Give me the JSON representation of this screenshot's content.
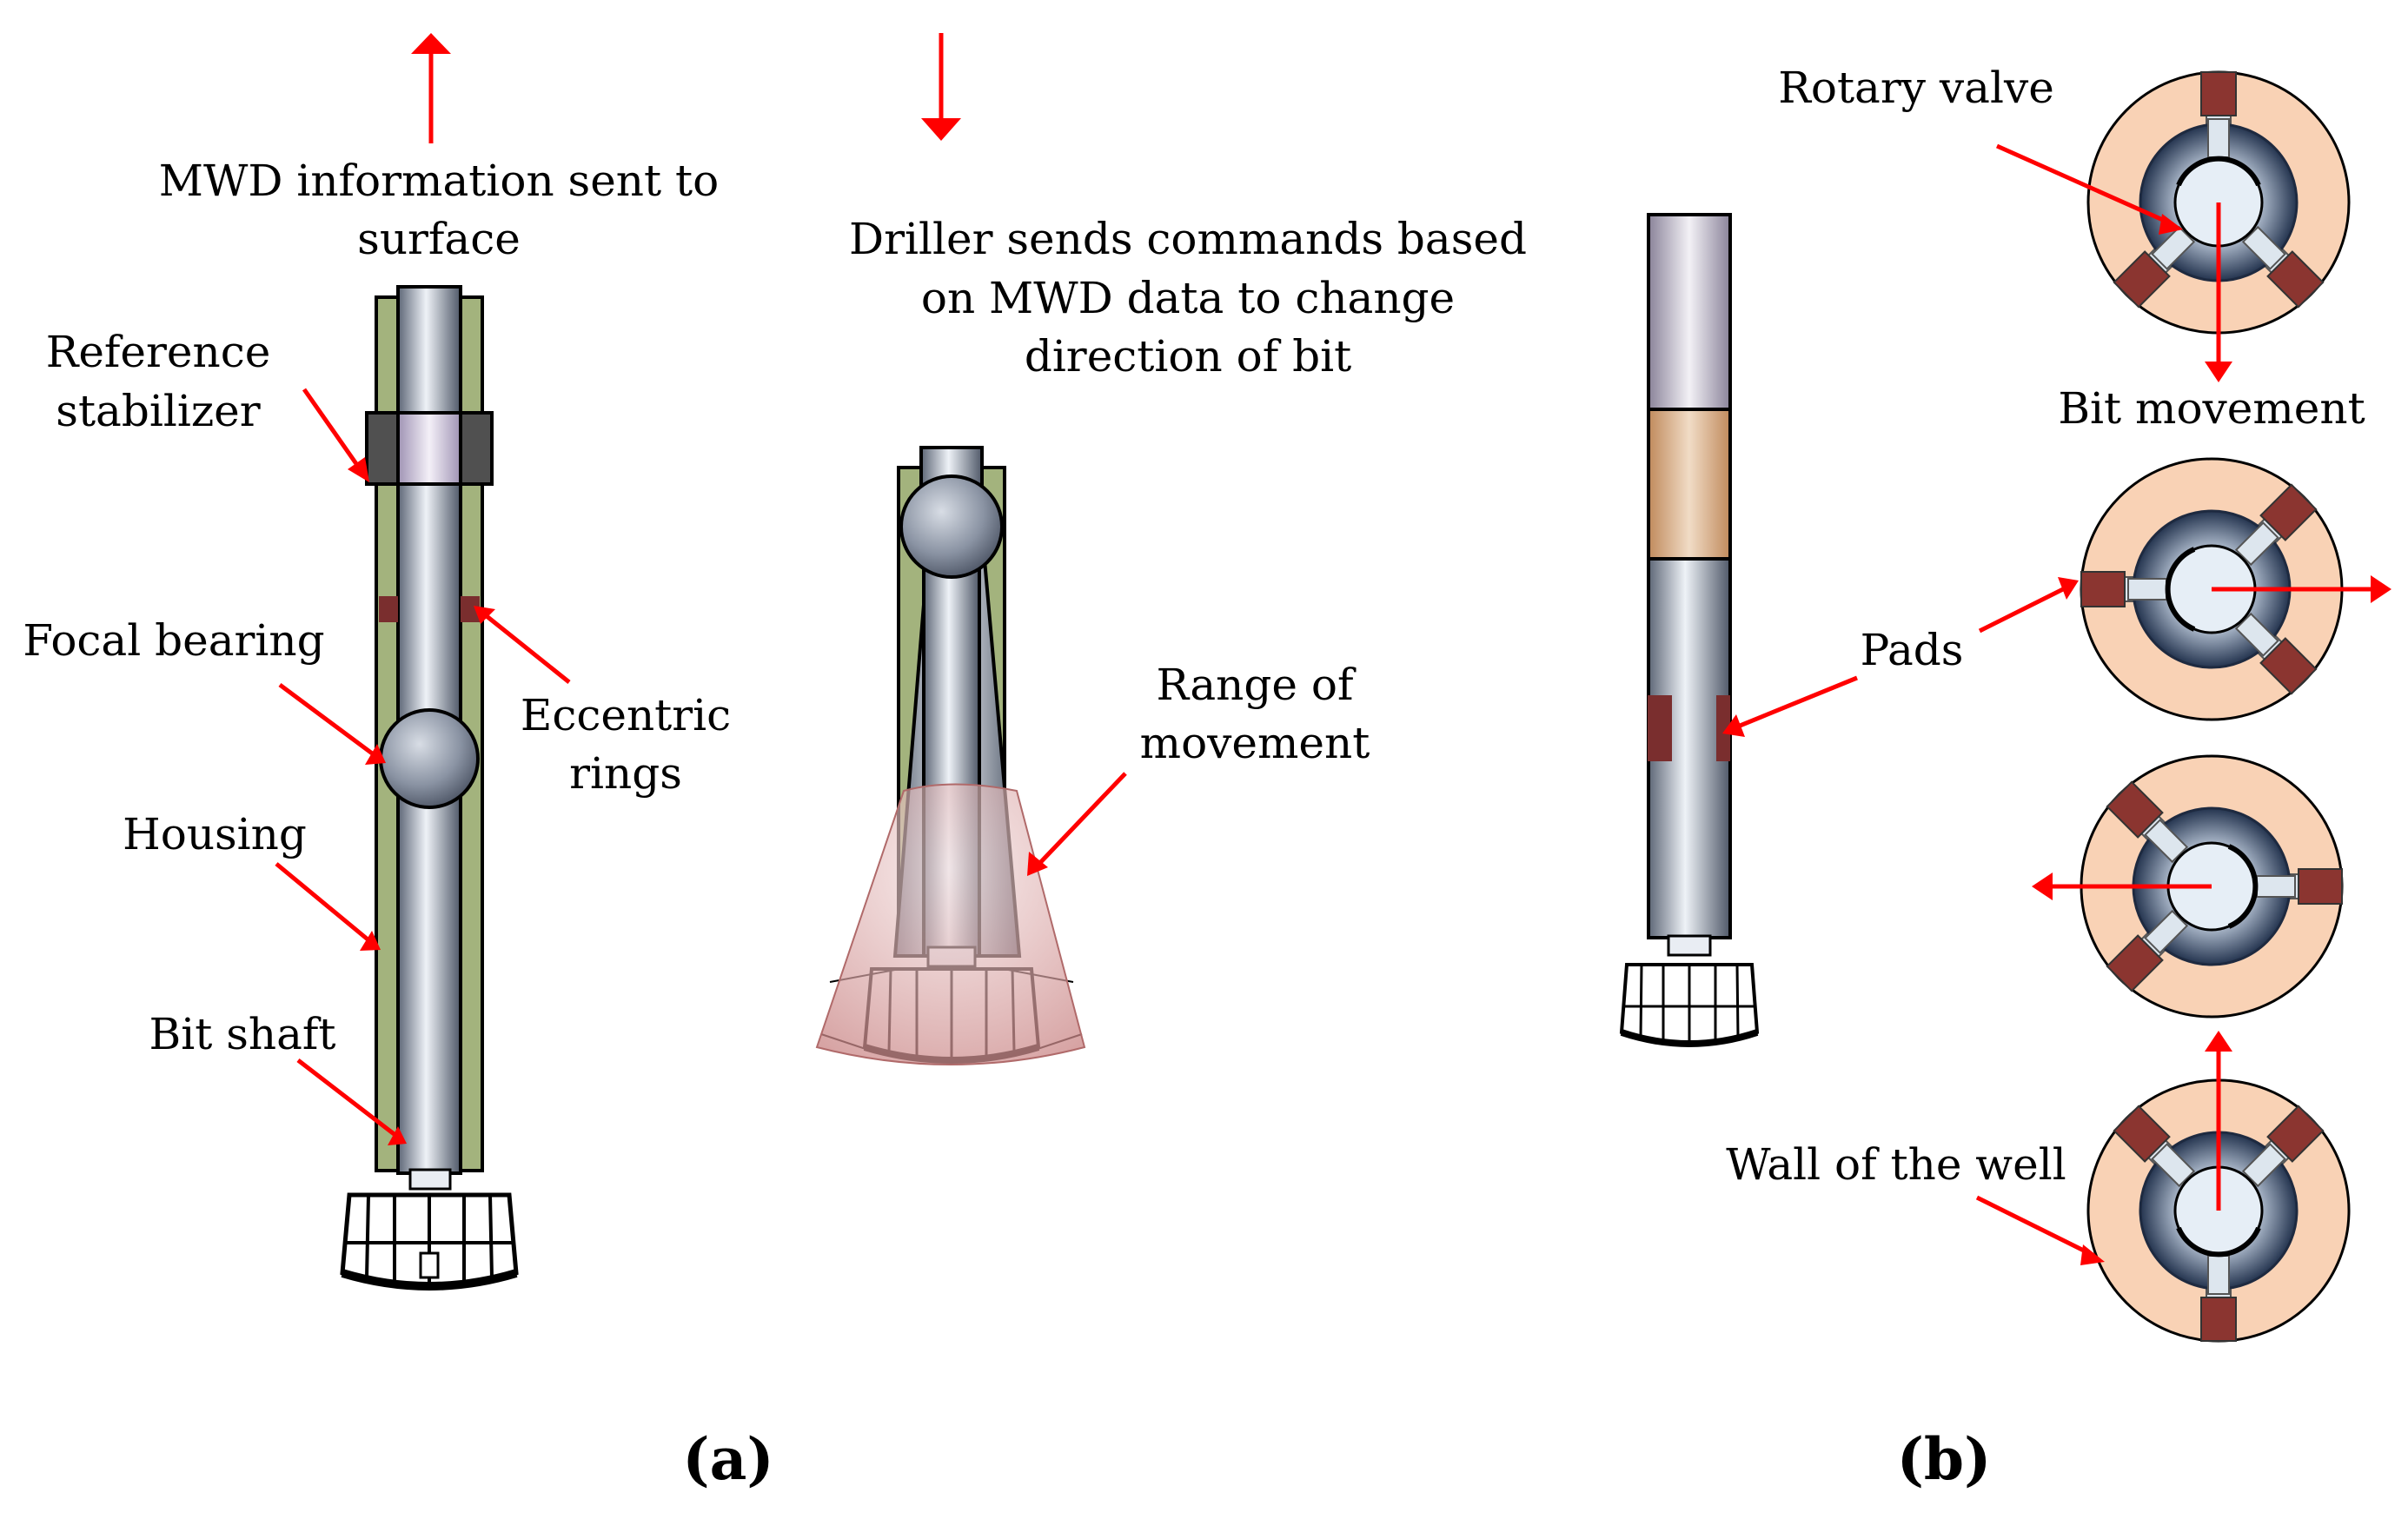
{
  "labels": {
    "mwd_info": [
      "MWD information sent to",
      "surface"
    ],
    "driller_cmd": [
      "Driller sends commands based",
      "on MWD data to change",
      "direction of bit"
    ],
    "reference_stabilizer": [
      "Reference",
      "stabilizer"
    ],
    "focal_bearing": "Focal bearing",
    "eccentric_rings": [
      "Eccentric",
      "rings"
    ],
    "housing": "Housing",
    "bit_shaft": "Bit shaft",
    "range_of_movement": [
      "Range of",
      "movement"
    ],
    "rotary_valve": "Rotary valve",
    "bit_movement": "Bit movement",
    "pads": "Pads",
    "wall_of_well": "Wall of the well"
  },
  "captions": {
    "a": "(a)",
    "b": "(b)"
  },
  "colors": {
    "arrow": "#ff0000",
    "housing": "#a3b37d",
    "shaft": "#8e97a6",
    "stabilizer": "#c8bfd6",
    "stabilizer_band": "#505050",
    "ring": "#7a2e2e",
    "wall": "#f9d2b5",
    "rotor": "#2b3b5a",
    "pad": "#8b3530",
    "pad_piston": "#dde6ee",
    "valve_core": "#e6eef6",
    "coupling": "#d7a97c",
    "cone": "#d9a5a5"
  }
}
